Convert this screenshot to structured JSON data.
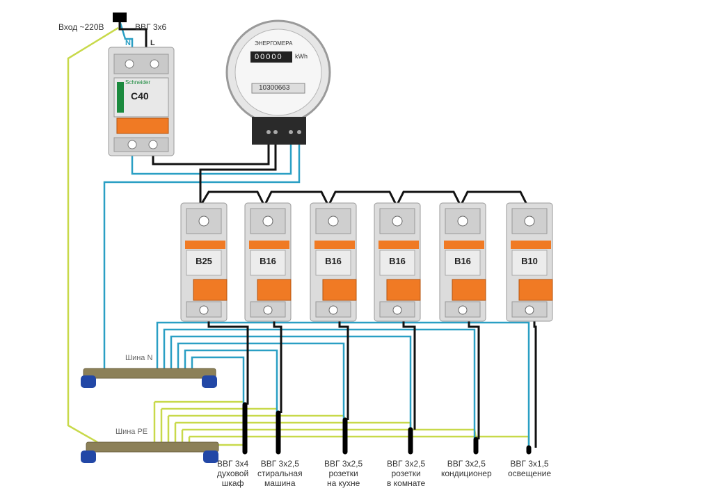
{
  "input": {
    "label": "Вход ~220В",
    "cable": "ВВГ 3х6",
    "n": "N",
    "l": "L"
  },
  "main_breaker": {
    "rating": "C40",
    "brand": "Schneider"
  },
  "meter": {
    "brand": "ЭНЕРГОМЕРА",
    "unit": "kWh",
    "counter": "00000",
    "serial": "10300663"
  },
  "buses": {
    "n": "Шина N",
    "pe": "Шина PE"
  },
  "breakers": [
    {
      "rating": "B25"
    },
    {
      "rating": "B16"
    },
    {
      "rating": "B16"
    },
    {
      "rating": "B16"
    },
    {
      "rating": "B16"
    },
    {
      "rating": "B10"
    }
  ],
  "loads": [
    {
      "cable": "ВВГ 3х4",
      "line1": "духовой",
      "line2": "шкаф"
    },
    {
      "cable": "ВВГ 3х2,5",
      "line1": "стиральная",
      "line2": "машина"
    },
    {
      "cable": "ВВГ 3х2,5",
      "line1": "розетки",
      "line2": "на кухне"
    },
    {
      "cable": "ВВГ 3х2,5",
      "line1": "розетки",
      "line2": "в комнате"
    },
    {
      "cable": "ВВГ 3х2,5",
      "line1": "кондиционер",
      "line2": ""
    },
    {
      "cable": "ВВГ 3х1,5",
      "line1": "освещение",
      "line2": ""
    }
  ],
  "colors": {
    "neutral": "#2a9fc4",
    "phase": "#111111",
    "earth": "#c8d94a",
    "breaker": "#dcdcdc",
    "handle": "#f07a24"
  }
}
